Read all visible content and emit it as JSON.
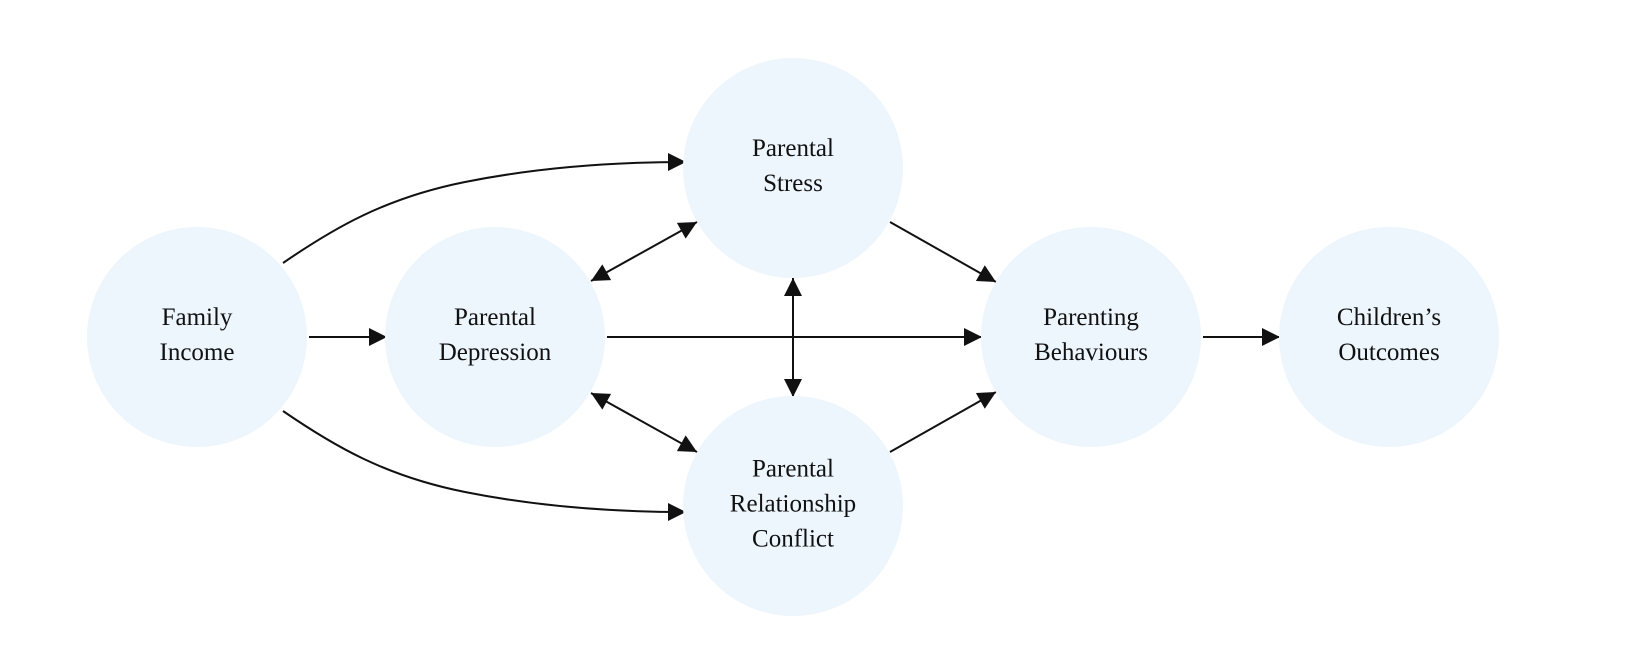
{
  "diagram": {
    "nodes": [
      {
        "id": "family-income",
        "lines": [
          "Family",
          "Income"
        ]
      },
      {
        "id": "parental-depression",
        "lines": [
          "Parental",
          "Depression"
        ]
      },
      {
        "id": "parental-stress",
        "lines": [
          "Parental",
          "Stress"
        ]
      },
      {
        "id": "parental-relationship-conflict",
        "lines": [
          "Parental",
          "Relationship",
          "Conflict"
        ]
      },
      {
        "id": "parenting-behaviours",
        "lines": [
          "Parenting",
          "Behaviours"
        ]
      },
      {
        "id": "childrens-outcomes",
        "lines": [
          "Children’s",
          "Outcomes"
        ]
      }
    ],
    "edges": [
      {
        "from": "family-income",
        "to": "parental-stress",
        "bidirectional": false
      },
      {
        "from": "family-income",
        "to": "parental-depression",
        "bidirectional": false
      },
      {
        "from": "family-income",
        "to": "parental-relationship-conflict",
        "bidirectional": false
      },
      {
        "from": "parental-depression",
        "to": "parental-stress",
        "bidirectional": true
      },
      {
        "from": "parental-depression",
        "to": "parental-relationship-conflict",
        "bidirectional": true
      },
      {
        "from": "parental-depression",
        "to": "parenting-behaviours",
        "bidirectional": false
      },
      {
        "from": "parental-stress",
        "to": "parental-relationship-conflict",
        "bidirectional": true
      },
      {
        "from": "parental-stress",
        "to": "parenting-behaviours",
        "bidirectional": false
      },
      {
        "from": "parental-relationship-conflict",
        "to": "parenting-behaviours",
        "bidirectional": false
      },
      {
        "from": "parenting-behaviours",
        "to": "childrens-outcomes",
        "bidirectional": false
      }
    ],
    "colors": {
      "node_fill": "#edf5fd",
      "line": "#111111",
      "text": "#111111"
    }
  }
}
